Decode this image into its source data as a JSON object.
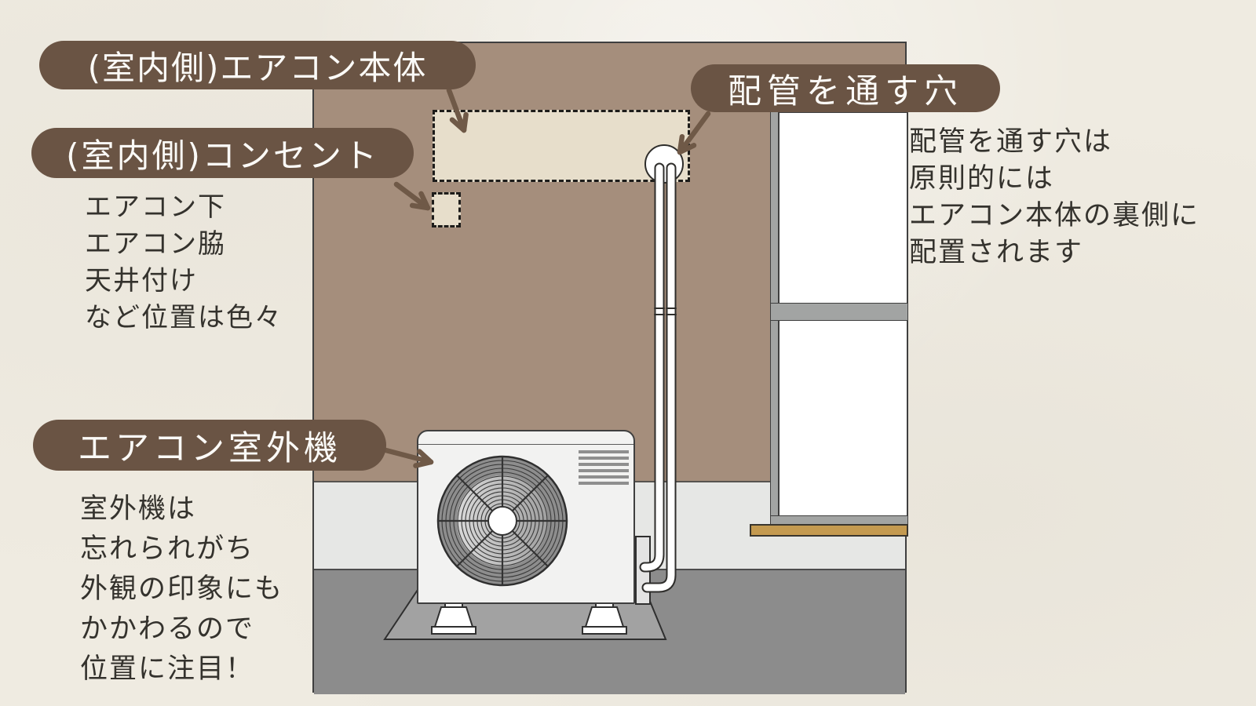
{
  "labels": {
    "indoor_ac_unit": "(室内側)エアコン本体",
    "indoor_outlet": "(室内側)コンセント",
    "pipe_hole": "配管を通す穴",
    "outdoor_unit": "エアコン室外機"
  },
  "notes": {
    "indoor_outlet": {
      "lines": [
        "エアコン下",
        "エアコン脇",
        "天井付け",
        "など位置は色々"
      ]
    },
    "pipe_hole": {
      "lines": [
        "配管を通す穴は",
        "原則的には",
        "エアコン本体の裏側に",
        "配置されます"
      ]
    },
    "outdoor_unit": {
      "lines": [
        "室外機は",
        "忘れられがち",
        "外観の印象にも",
        "かかわるので",
        "位置に注目！"
      ]
    }
  },
  "colors": {
    "paper": "#efebe1",
    "wall": "#a58e7c",
    "cream": "#e7decb",
    "pill": "#6a5444",
    "pill_text": "#fbfaf7",
    "ink": "#34322d",
    "band": "#e6e7e5",
    "ground": "#8c8c8c",
    "pad": "#a2a2a2",
    "frame": "#a2a4a3",
    "sill": "#c49a50",
    "arrow": "#6f5947",
    "unit": "#f2f2f1",
    "outline": "#3f3f3f"
  }
}
